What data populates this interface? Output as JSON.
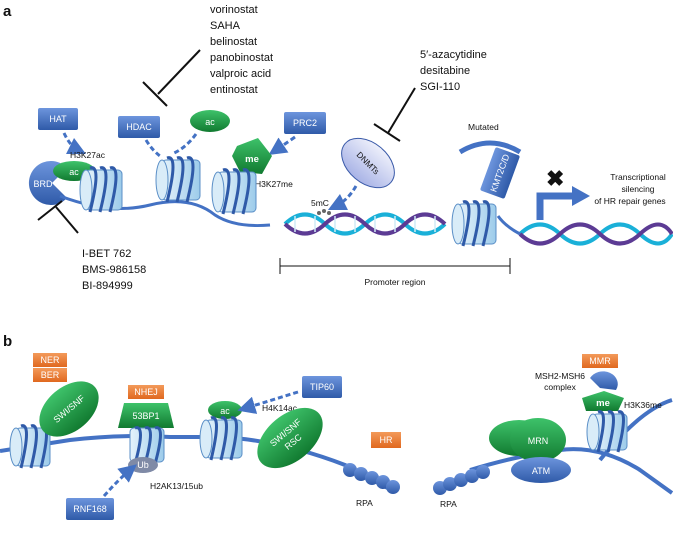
{
  "panel_a": {
    "label": "a",
    "hdac_inhibitors": [
      "vorinostat",
      "SAHA",
      "belinostat",
      "panobinostat",
      "valproic acid",
      "entinostat"
    ],
    "dnmt_inhibitors": [
      "5′-azacytidine",
      "desitabine",
      "SGI-110"
    ],
    "bet_inhibitors": [
      "I-BET 762",
      "BMS-986158",
      "BI-894999"
    ],
    "hat": "HAT",
    "h3k27ac": "H3K27ac",
    "brd": "BRD",
    "ac": "ac",
    "hdac": "HDAC",
    "ac2": "ac",
    "prc2": "PRC2",
    "me": "me",
    "h3k27me": "H3K27me",
    "dnmts": "DNMTs",
    "five_mc": "5mC",
    "mutated": "Mutated",
    "kmt2c": "KMT2C/D",
    "silencing": [
      "Transcriptional",
      "silencing",
      "of HR repair genes"
    ],
    "promoter": "Promoter region"
  },
  "panel_b": {
    "label": "b",
    "ner": "NER",
    "ber": "BER",
    "swisnf": "SWI/SNF",
    "nhej": "NHEJ",
    "p53bp1": "53BP1",
    "ub": "Ub",
    "rnf168": "RNF168",
    "h2ak": "H2AK13/15ub",
    "ac": "ac",
    "tip60": "TIP60",
    "h4k14ac": "H4K14ac",
    "swisnf_rsc": [
      "SWI/SNF",
      "RSC"
    ],
    "hr": "HR",
    "rpa1": "RPA",
    "rpa2": "RPA",
    "mrn": "MRN",
    "atm": "ATM",
    "mmr": "MMR",
    "msh": [
      "MSH2-MSH6",
      "complex"
    ],
    "me": "me",
    "h3k36me": "H3K36me"
  },
  "colors": {
    "blue": "#4472c4",
    "green": "#1f9b40",
    "orange": "#ed7d31",
    "nucleosome": "#b9dcf2",
    "dna_cyan": "#1ab0d8",
    "dna_purple": "#5c3b94"
  }
}
